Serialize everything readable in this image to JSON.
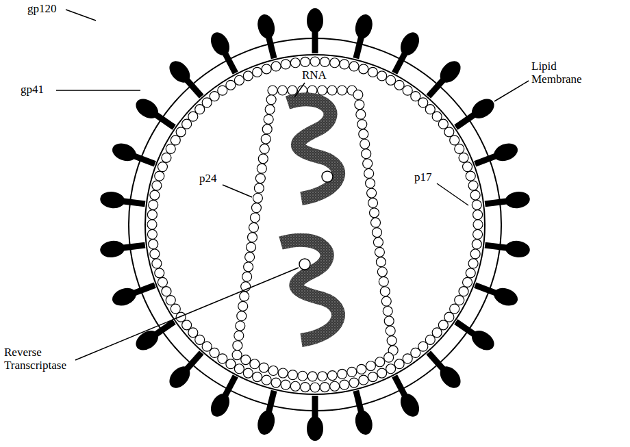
{
  "diagram": {
    "labels": [
      "gp120",
      "gp41",
      "Lipid Membrane",
      "RNA",
      "p24",
      "p17",
      "Reverse Transcriptase"
    ]
  }
}
